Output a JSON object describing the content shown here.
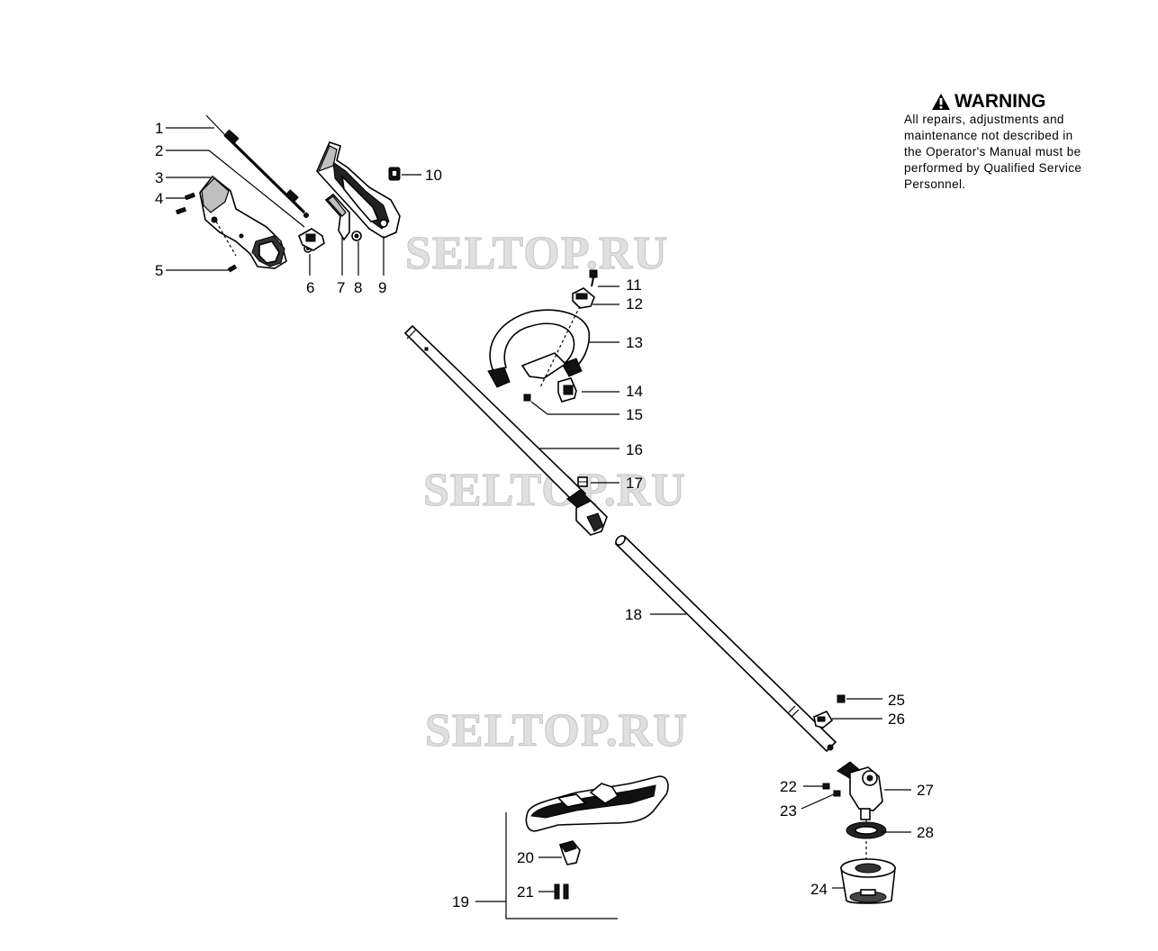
{
  "watermarks": [
    "SELTOP.RU",
    "SELTOP.RU",
    "SELTOP.RU"
  ],
  "warning": {
    "title": "WARNING",
    "icon": "warning-triangle-icon",
    "lines": [
      "All repairs, adjustments and",
      "maintenance not described in",
      "the Operator's Manual must be",
      "performed by Qualified Service",
      "Personnel."
    ]
  },
  "callouts": [
    "1",
    "2",
    "3",
    "4",
    "5",
    "6",
    "7",
    "8",
    "9",
    "10",
    "11",
    "12",
    "13",
    "14",
    "15",
    "16",
    "17",
    "18",
    "19",
    "20",
    "21",
    "22",
    "23",
    "24",
    "25",
    "26",
    "27",
    "28"
  ]
}
